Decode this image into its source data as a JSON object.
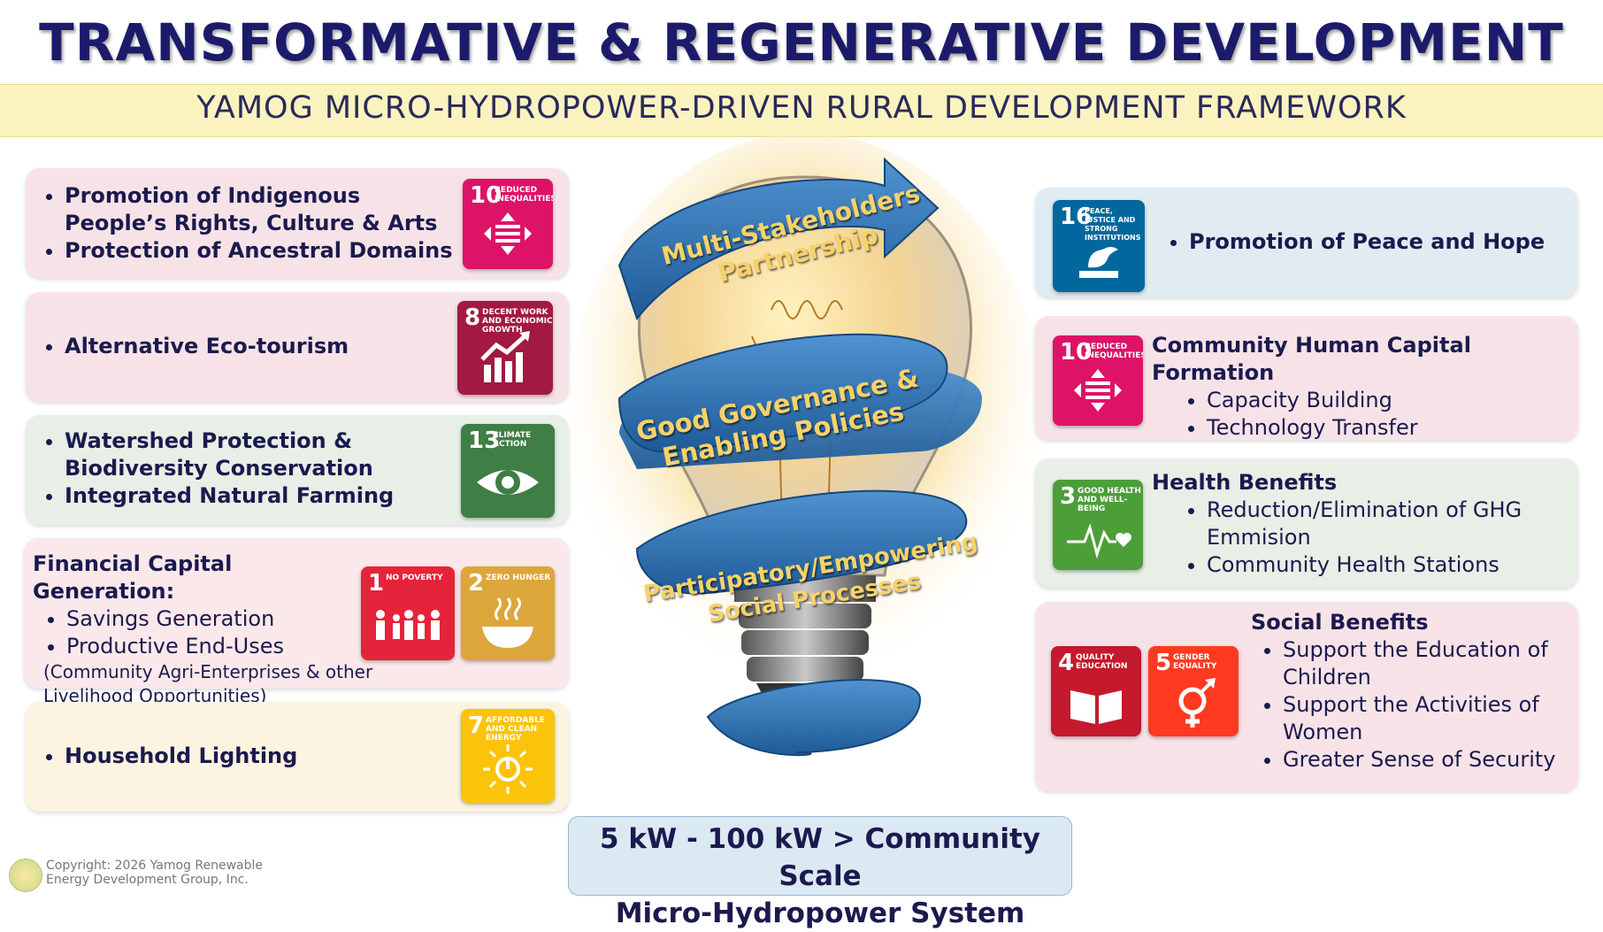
{
  "title": "TRANSFORMATIVE & REGENERATIVE DEVELOPMENT",
  "subtitle": "YAMOG MICRO-HYDROPOWER-DRIVEN RURAL DEVELOPMENT FRAMEWORK",
  "bulb": {
    "band1": [
      "Multi-Stakeholders",
      "Partnership"
    ],
    "band2": [
      "Good Governance &",
      "Enabling Policies"
    ],
    "band3": [
      "Participatory/Empowering",
      "Social Processes"
    ]
  },
  "left": {
    "card1": {
      "items": [
        "Promotion of Indigenous People’s Rights, Culture & Arts",
        "Protection of Ancestral Domains"
      ],
      "sdg": {
        "num": "10",
        "label": "REDUCED INEQUALITIES",
        "color": "#dd1367"
      }
    },
    "card2": {
      "items": [
        "Alternative Eco-tourism"
      ],
      "sdg": {
        "num": "8",
        "label": "DECENT WORK AND ECONOMIC GROWTH",
        "color": "#a21942"
      }
    },
    "card3": {
      "items": [
        "Watershed Protection & Biodiversity Conservation",
        "Integrated Natural Farming"
      ],
      "sdg": {
        "num": "13",
        "label": "CLIMATE ACTION",
        "color": "#3f7e44"
      }
    },
    "card4": {
      "heading": "Financial Capital Generation:",
      "items": [
        "Savings Generation",
        "Productive End-Uses"
      ],
      "note": "(Community Agri-Enterprises & other Livelihood Opportunities)",
      "sdg1": {
        "num": "1",
        "label": "NO POVERTY",
        "color": "#e5243b"
      },
      "sdg2": {
        "num": "2",
        "label": "ZERO HUNGER",
        "color": "#dda63a"
      }
    },
    "card5": {
      "items": [
        "Household Lighting"
      ],
      "sdg": {
        "num": "7",
        "label": "AFFORDABLE AND CLEAN ENERGY",
        "color": "#fcc30b"
      }
    }
  },
  "right": {
    "card1": {
      "items": [
        "Promotion of Peace and Hope"
      ],
      "sdg": {
        "num": "16",
        "label": "PEACE, JUSTICE AND STRONG INSTITUTIONS",
        "color": "#00689d"
      }
    },
    "card2": {
      "heading": "Community Human Capital Formation",
      "items": [
        "Capacity Building",
        "Technology Transfer"
      ],
      "sdg": {
        "num": "10",
        "label": "REDUCED INEQUALITIES",
        "color": "#dd1367"
      }
    },
    "card3": {
      "heading": "Health Benefits",
      "items": [
        "Reduction/Elimination of GHG Emmision",
        "Community Health Stations"
      ],
      "sdg": {
        "num": "3",
        "label": "GOOD HEALTH AND WELL-BEING",
        "color": "#4c9f38"
      }
    },
    "card4": {
      "heading": "Social Benefits",
      "items": [
        "Support the Education of Children",
        "Support the Activities of Women",
        "Greater Sense of Security"
      ],
      "sdg1": {
        "num": "4",
        "label": "QUALITY EDUCATION",
        "color": "#c5192d"
      },
      "sdg2": {
        "num": "5",
        "label": "GENDER EQUALITY",
        "color": "#ff3a21"
      }
    }
  },
  "bottom": {
    "line1": "5 kW - 100 kW > Community Scale",
    "line2": "Micro-Hydropower System"
  },
  "copyright": {
    "line1": "Copyright: 2026 Yamog Renewable",
    "line2": "Energy Development Group, Inc."
  }
}
